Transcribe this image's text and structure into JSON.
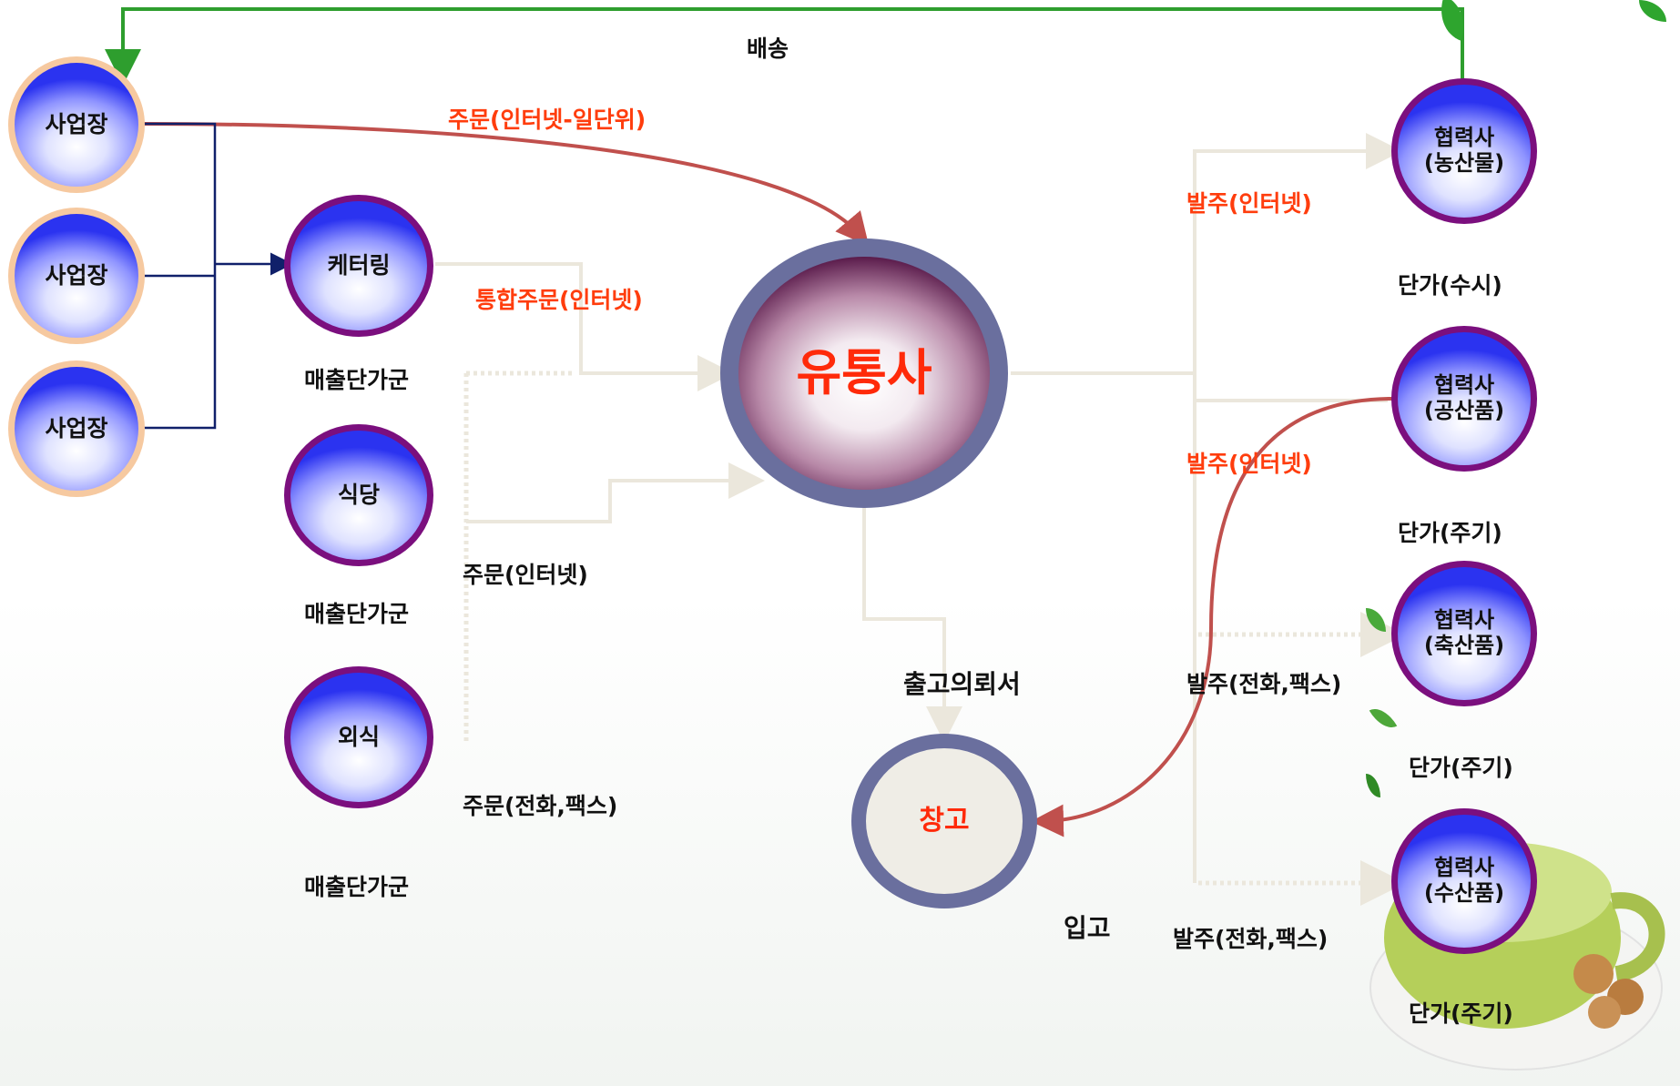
{
  "center": {
    "label": "유통사"
  },
  "warehouse": {
    "label": "창고"
  },
  "sites": [
    {
      "label": "사업장"
    },
    {
      "label": "사업장"
    },
    {
      "label": "사업장"
    }
  ],
  "customers": [
    {
      "label": "케터링",
      "group": "매출단가군"
    },
    {
      "label": "식당",
      "group": "매출단가군"
    },
    {
      "label": "외식",
      "group": "매출단가군"
    }
  ],
  "partners": [
    {
      "label": "협력사\n(농산물)",
      "price": "단가(수시)"
    },
    {
      "label": "협력사\n(공산품)",
      "price": "단가(주기)"
    },
    {
      "label": "협력사\n(축산품)",
      "price": "단가(주기)"
    },
    {
      "label": "협력사\n(수산품)",
      "price": "단가(주기)"
    }
  ],
  "edge_labels": {
    "delivery": "배송",
    "order_unit": "주문(인터넷-일단위)",
    "integrated_order": "통합주문(인터넷)",
    "order_internet": "주문(인터넷)",
    "order_phone": "주문(전화,팩스)",
    "po_internet_1": "발주(인터넷)",
    "po_internet_2": "발주(인터넷)",
    "po_phone_1": "발주(전화,팩스)",
    "po_phone_2": "발주(전화,팩스)",
    "release_request": "출고의뢰서",
    "receiving": "입고"
  },
  "colors": {
    "green_arrow": "#2e9e2e",
    "red_arrow": "#c0504d",
    "navy_arrow": "#10206a",
    "light_line": "#ebe7dc",
    "red_text": "#ff3d0d"
  }
}
